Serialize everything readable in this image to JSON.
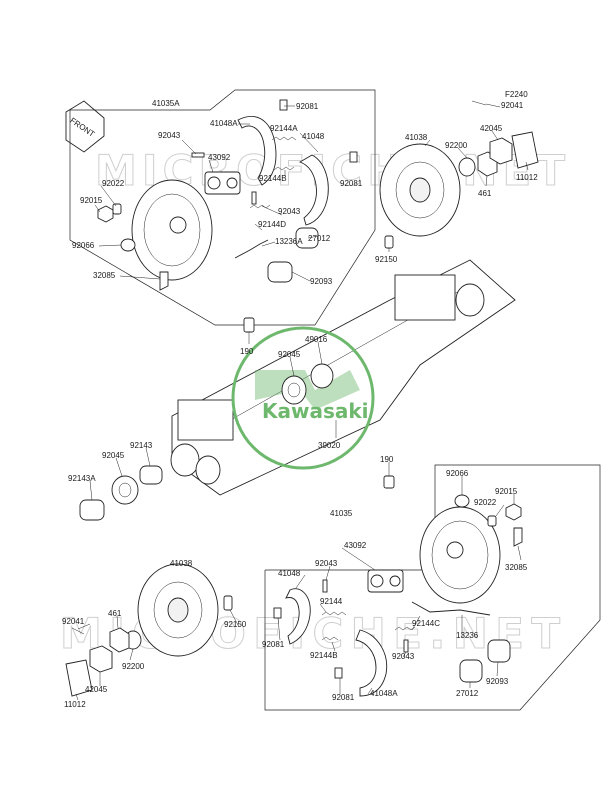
{
  "figure_code": "F2240",
  "front_tag": "FRONT",
  "logo": {
    "text": "Kawasaki",
    "color": "#6db86d"
  },
  "watermark": {
    "text": "MICROFICHE.NET"
  },
  "colors": {
    "line": "#222222",
    "text": "#1a1a1a",
    "logo": "#6db86d"
  },
  "labels": [
    {
      "id": "41035A-top",
      "text": "41035A"
    },
    {
      "id": "92081-top",
      "text": "92081"
    },
    {
      "id": "41048A-top",
      "text": "41048A"
    },
    {
      "id": "92043-top",
      "text": "92043"
    },
    {
      "id": "92144A-top",
      "text": "92144A"
    },
    {
      "id": "43092-top",
      "text": "43092"
    },
    {
      "id": "41048-top",
      "text": "41048"
    },
    {
      "id": "92144B-top",
      "text": "92144B"
    },
    {
      "id": "92081-top2",
      "text": "92081"
    },
    {
      "id": "92022-top",
      "text": "92022"
    },
    {
      "id": "92015-top",
      "text": "92015"
    },
    {
      "id": "92043-top2",
      "text": "92043"
    },
    {
      "id": "92144D-top",
      "text": "92144D"
    },
    {
      "id": "92066-top",
      "text": "92066"
    },
    {
      "id": "13236A-top",
      "text": "13236A"
    },
    {
      "id": "27012-top",
      "text": "27012"
    },
    {
      "id": "32085-top",
      "text": "32085"
    },
    {
      "id": "92093-top",
      "text": "92093"
    },
    {
      "id": "41038-top",
      "text": "41038"
    },
    {
      "id": "92041-top",
      "text": "92041"
    },
    {
      "id": "42045-top",
      "text": "42045"
    },
    {
      "id": "92200-top",
      "text": "92200"
    },
    {
      "id": "461-top",
      "text": "461"
    },
    {
      "id": "11012-top",
      "text": "11012"
    },
    {
      "id": "92150-top",
      "text": "92150"
    },
    {
      "id": "190-top",
      "text": "190"
    },
    {
      "id": "92045-mid",
      "text": "92045"
    },
    {
      "id": "49016-mid",
      "text": "49016"
    },
    {
      "id": "92143-mid",
      "text": "92143"
    },
    {
      "id": "92045-mid2",
      "text": "92045"
    },
    {
      "id": "92143A-mid",
      "text": "92143A"
    },
    {
      "id": "39020-mid",
      "text": "39020"
    },
    {
      "id": "190-mid",
      "text": "190"
    },
    {
      "id": "92066-bot",
      "text": "92066"
    },
    {
      "id": "92015-bot",
      "text": "92015"
    },
    {
      "id": "92022-bot",
      "text": "92022"
    },
    {
      "id": "41035-bot",
      "text": "41035"
    },
    {
      "id": "32085-bot",
      "text": "32085"
    },
    {
      "id": "43092-bot",
      "text": "43092"
    },
    {
      "id": "41048-bot",
      "text": "41048"
    },
    {
      "id": "92043-bot",
      "text": "92043"
    },
    {
      "id": "41038-bot",
      "text": "41038"
    },
    {
      "id": "92144-bot",
      "text": "92144"
    },
    {
      "id": "92150-bot",
      "text": "92150"
    },
    {
      "id": "92041-bot",
      "text": "92041"
    },
    {
      "id": "461-bot",
      "text": "461"
    },
    {
      "id": "92144C-bot",
      "text": "92144C"
    },
    {
      "id": "13236-bot",
      "text": "13236"
    },
    {
      "id": "92081-bot",
      "text": "92081"
    },
    {
      "id": "92144B-bot",
      "text": "92144B"
    },
    {
      "id": "92043-bot2",
      "text": "92043"
    },
    {
      "id": "92200-bot",
      "text": "92200"
    },
    {
      "id": "27012-bot",
      "text": "27012"
    },
    {
      "id": "92093-bot",
      "text": "92093"
    },
    {
      "id": "42045-bot",
      "text": "42045"
    },
    {
      "id": "11012-bot",
      "text": "11012"
    },
    {
      "id": "92081-bot2",
      "text": "92081"
    },
    {
      "id": "41048A-bot",
      "text": "41048A"
    }
  ]
}
